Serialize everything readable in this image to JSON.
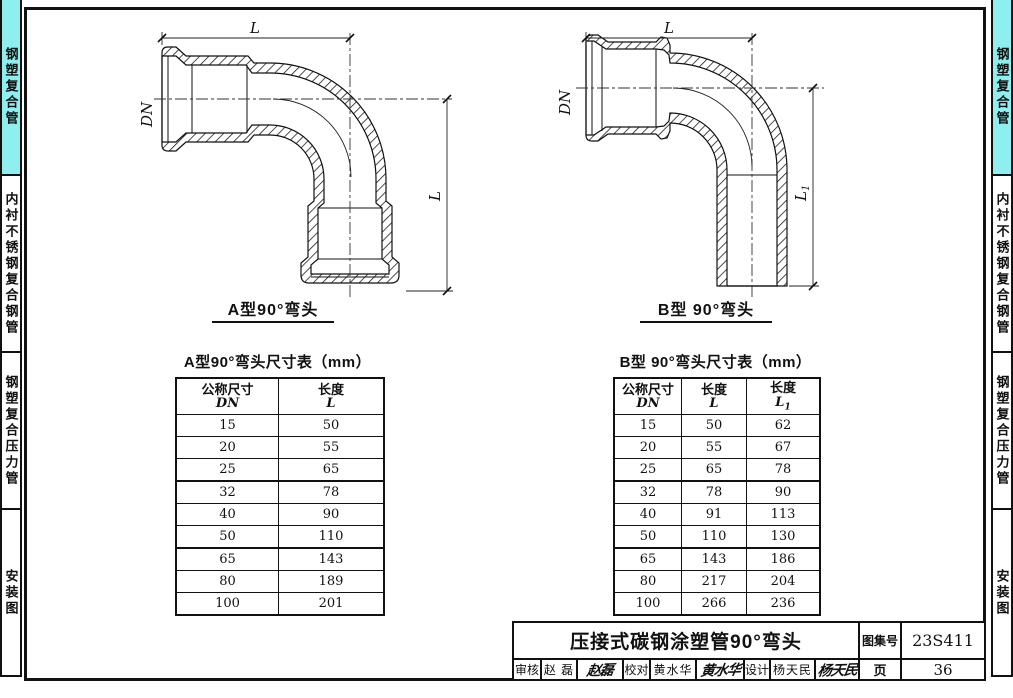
{
  "page": {
    "accent_cyan": "#8FEFEF"
  },
  "sidebar_left": {
    "items": [
      {
        "label": "钢塑复合管"
      },
      {
        "label": "内衬不锈钢复合钢管"
      },
      {
        "label": "钢塑复合压力管"
      },
      {
        "label": "安装图"
      }
    ]
  },
  "sidebar_right": {
    "items": [
      {
        "label": "钢塑复合管"
      },
      {
        "label": "内衬不锈钢复合钢管"
      },
      {
        "label": "钢塑复合压力管"
      },
      {
        "label": "安装图"
      }
    ]
  },
  "drawings": {
    "a": {
      "caption": "A型90°弯头",
      "dim_top": "L",
      "dim_right": "L",
      "dim_right_sub": "",
      "dim_dn": "DN"
    },
    "b": {
      "caption": "B型 90°弯头",
      "dim_top": "L",
      "dim_right": "L",
      "dim_right_sub": "1",
      "dim_dn": "DN"
    }
  },
  "tables": {
    "a": {
      "title": "A型90°弯头尺寸表（mm）",
      "col1_header": "公称尺寸",
      "col1_sym": "DN",
      "col2_header": "长度",
      "col2_sym": "L",
      "rows": [
        [
          "15",
          "50"
        ],
        [
          "20",
          "55"
        ],
        [
          "25",
          "65"
        ],
        [
          "32",
          "78"
        ],
        [
          "40",
          "90"
        ],
        [
          "50",
          "110"
        ],
        [
          "65",
          "143"
        ],
        [
          "80",
          "189"
        ],
        [
          "100",
          "201"
        ]
      ]
    },
    "b": {
      "title": "B型 90°弯头尺寸表（mm）",
      "col1_header": "公称尺寸",
      "col1_sym": "DN",
      "col2_header": "长度",
      "col2_sym": "L",
      "col3_header": "长度",
      "col3_sym": "L",
      "col3_sym_sub": "1",
      "rows": [
        [
          "15",
          "50",
          "62"
        ],
        [
          "20",
          "55",
          "67"
        ],
        [
          "25",
          "65",
          "78"
        ],
        [
          "32",
          "78",
          "90"
        ],
        [
          "40",
          "91",
          "113"
        ],
        [
          "50",
          "110",
          "130"
        ],
        [
          "65",
          "143",
          "186"
        ],
        [
          "80",
          "217",
          "204"
        ],
        [
          "100",
          "266",
          "236"
        ]
      ]
    }
  },
  "title_block": {
    "title": "压接式碳钢涂塑管90°弯头",
    "atlas_label": "图集号",
    "atlas_no": "23S411",
    "page_label": "页",
    "page_no": "36",
    "reviewer_label": "审核",
    "reviewer": "赵 磊",
    "reviewer_sig": "赵磊",
    "checker_label": "校对",
    "checker": "黄水华",
    "checker_sig": "黄水华",
    "designer_label": "设计",
    "designer": "杨天民",
    "designer_sig": "杨天民"
  }
}
